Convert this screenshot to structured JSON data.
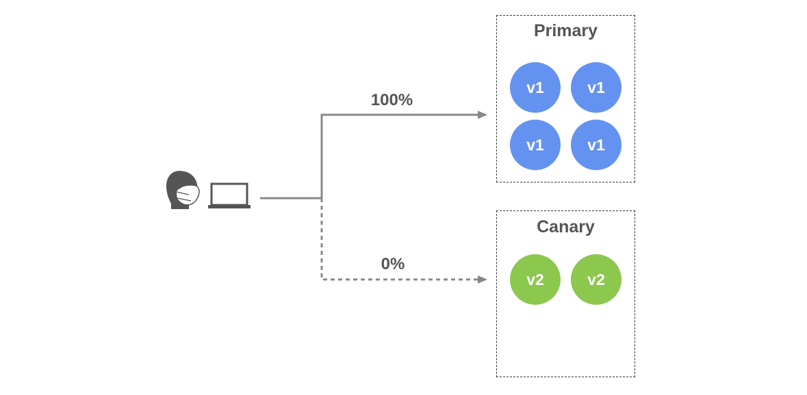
{
  "colors": {
    "line": "#888888",
    "text": "#555555",
    "icon": "#555555",
    "v1": "#6492f0",
    "v2": "#8cc74e"
  },
  "icons": {
    "user": "masked-person-icon",
    "laptop": "laptop-icon"
  },
  "routes": {
    "primary_percent": "100%",
    "canary_percent": "0%"
  },
  "groups": {
    "primary": {
      "title": "Primary",
      "pods": [
        "v1",
        "v1",
        "v1",
        "v1"
      ]
    },
    "canary": {
      "title": "Canary",
      "pods": [
        "v2",
        "v2"
      ]
    }
  }
}
